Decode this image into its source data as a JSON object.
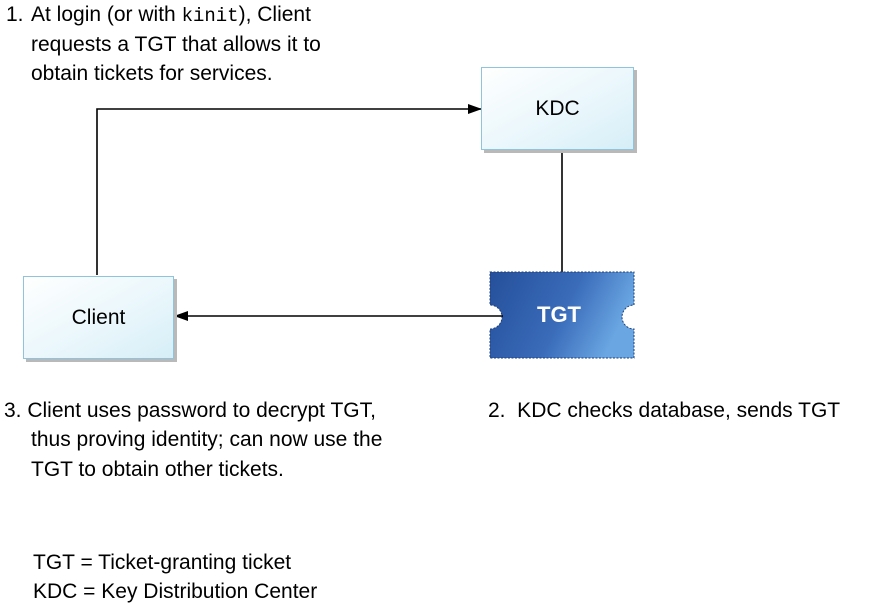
{
  "step1": {
    "num": "1.",
    "line1_pre": "At login (or with ",
    "line1_code": "kinit",
    "line1_post": "), Client",
    "line2": "requests a TGT that allows it to",
    "line3": "obtain tickets for services."
  },
  "step2": {
    "text": "2.  KDC checks database, sends TGT"
  },
  "step3": {
    "line1": "3. Client uses password to decrypt TGT,",
    "line2": "thus proving identity; can now use the",
    "line3": "TGT to obtain other tickets."
  },
  "nodes": {
    "kdc": "KDC",
    "client": "Client",
    "ticket": "TGT"
  },
  "legend": {
    "tgt": "TGT = Ticket-granting ticket",
    "kdc": "KDC = Key Distribution Center"
  },
  "colors": {
    "ticket_dark": "#2a57a5",
    "ticket_light": "#5b95d6",
    "box_border": "#8fc4dc"
  }
}
